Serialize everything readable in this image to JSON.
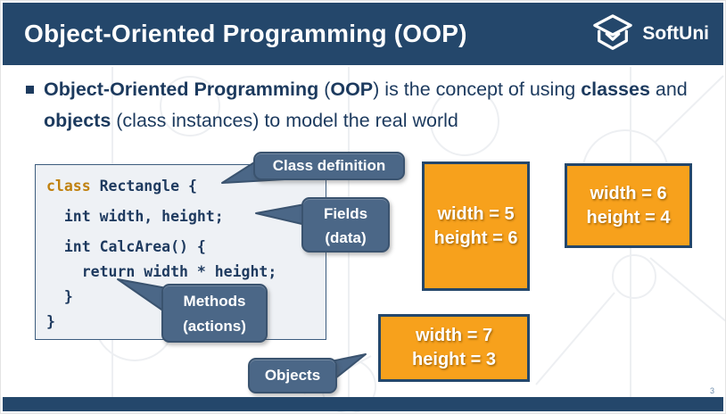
{
  "colors": {
    "navy": "#24476b",
    "orange": "#f7a11c",
    "callout_blue": "#4b6787",
    "code_background": "#eef1f5",
    "keyword_orange": "#c0810f",
    "body_text_navy": "#1c3a5e"
  },
  "header": {
    "title": "Object-Oriented Programming (OOP)",
    "logo_label": "SoftUni",
    "logo_icon": "softuni-cube-icon"
  },
  "bullet": {
    "segments": [
      {
        "text": "Object-Oriented Programming",
        "bold": true
      },
      {
        "text": " (",
        "bold": false
      },
      {
        "text": "OOP",
        "bold": true
      },
      {
        "text": ") is the concept of using ",
        "bold": false
      },
      {
        "text": "classes",
        "bold": true
      },
      {
        "text": " and ",
        "bold": false
      },
      {
        "text": "objects",
        "bold": true
      },
      {
        "text": " (class instances) to model the real world",
        "bold": false
      }
    ]
  },
  "code": {
    "keyword": "class",
    "line1_rest": " Rectangle {",
    "lines": [
      "  int width, height;",
      "  int CalcArea() {",
      "    return width * height;",
      "  }",
      "}"
    ]
  },
  "callouts": {
    "class_definition": "Class definition",
    "fields": {
      "line1": "Fields",
      "line2": "(data)"
    },
    "methods": {
      "line1": "Methods",
      "line2": "(actions)"
    },
    "objects": "Objects"
  },
  "instances": [
    {
      "line1": "width = 5",
      "line2": "height = 6"
    },
    {
      "line1": "width = 6",
      "line2": "height = 4"
    },
    {
      "line1": "width = 7",
      "line2": "height = 3"
    }
  ],
  "footer": {
    "page_number": "3"
  }
}
